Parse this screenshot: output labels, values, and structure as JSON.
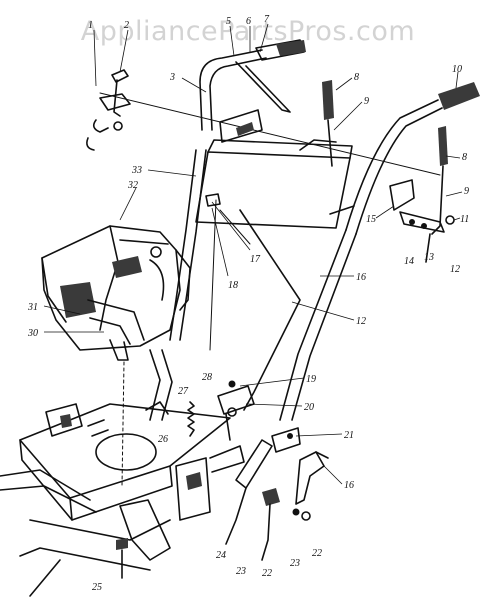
{
  "watermark": "AppliancePartsPros.com",
  "colors": {
    "ink": "#111111",
    "background": "#ffffff",
    "watermark": "#969696"
  },
  "callouts": [
    {
      "id": "c1",
      "label": "1"
    },
    {
      "id": "c2",
      "label": "2"
    },
    {
      "id": "c3",
      "label": "3"
    },
    {
      "id": "c5",
      "label": "5"
    },
    {
      "id": "c6",
      "label": "6"
    },
    {
      "id": "c7",
      "label": "7"
    },
    {
      "id": "c8a",
      "label": "8"
    },
    {
      "id": "c9a",
      "label": "9"
    },
    {
      "id": "c10",
      "label": "10"
    },
    {
      "id": "c8b",
      "label": "8"
    },
    {
      "id": "c9b",
      "label": "9"
    },
    {
      "id": "c33",
      "label": "33"
    },
    {
      "id": "c32",
      "label": "32"
    },
    {
      "id": "c17",
      "label": "17"
    },
    {
      "id": "c18",
      "label": "18"
    },
    {
      "id": "c15",
      "label": "15"
    },
    {
      "id": "c11",
      "label": "11"
    },
    {
      "id": "c14",
      "label": "14"
    },
    {
      "id": "c13",
      "label": "13"
    },
    {
      "id": "c12a",
      "label": "12"
    },
    {
      "id": "c16a",
      "label": "16"
    },
    {
      "id": "c12b",
      "label": "12"
    },
    {
      "id": "c31",
      "label": "31"
    },
    {
      "id": "c30",
      "label": "30"
    },
    {
      "id": "c28",
      "label": "28"
    },
    {
      "id": "c19",
      "label": "19"
    },
    {
      "id": "c27",
      "label": "27"
    },
    {
      "id": "c20",
      "label": "20"
    },
    {
      "id": "c21",
      "label": "21"
    },
    {
      "id": "c26",
      "label": "26"
    },
    {
      "id": "c16b",
      "label": "16"
    },
    {
      "id": "c24",
      "label": "24"
    },
    {
      "id": "c23a",
      "label": "23"
    },
    {
      "id": "c22a",
      "label": "22"
    },
    {
      "id": "c23b",
      "label": "23"
    },
    {
      "id": "c22b",
      "label": "22"
    },
    {
      "id": "c25",
      "label": "25"
    }
  ]
}
